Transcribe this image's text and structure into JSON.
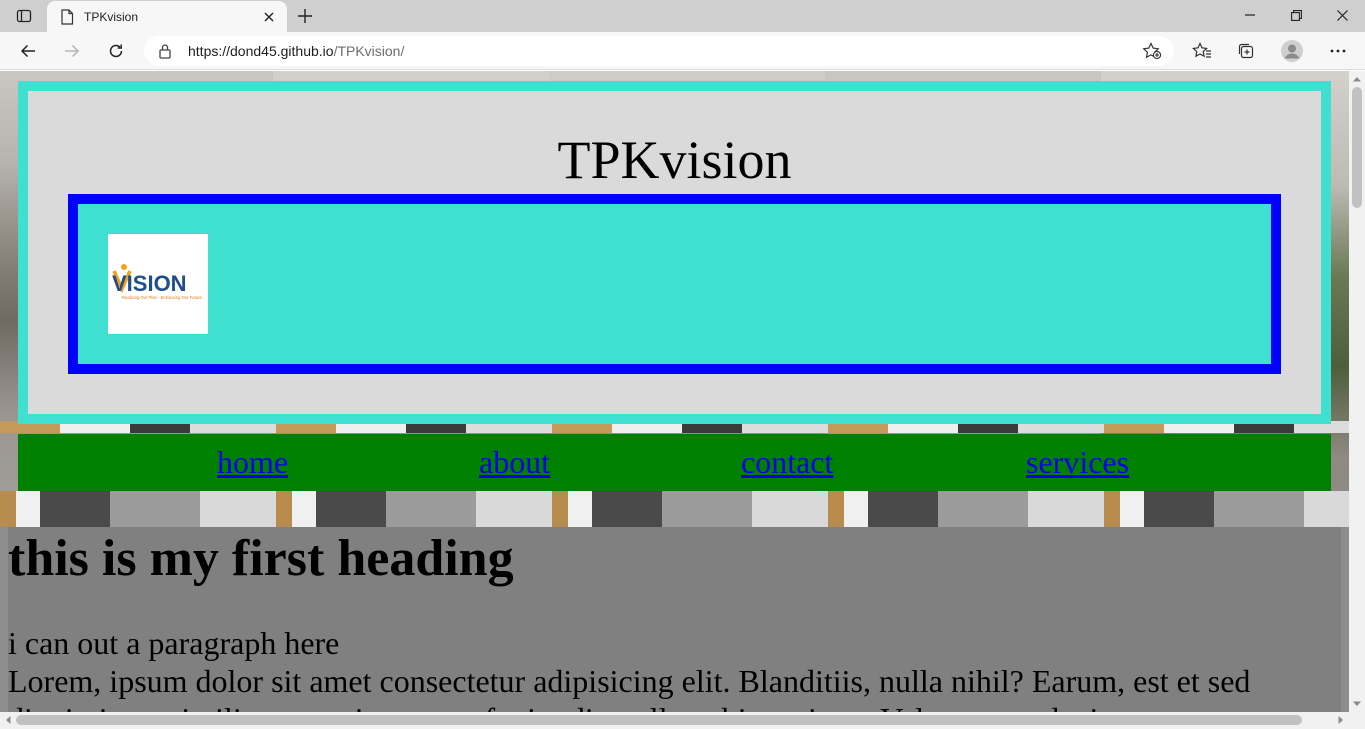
{
  "browser": {
    "tab_title": "TPKvision",
    "url_host": "https://dond45.github.io",
    "url_path": "/TPKvision/",
    "icons": {
      "tab_actions": "tab-actions-icon",
      "page": "page-icon",
      "close_tab": "close-icon",
      "new_tab": "plus-icon",
      "back": "back-arrow-icon",
      "forward": "forward-arrow-icon",
      "refresh": "refresh-icon",
      "lock": "lock-icon",
      "add_favorite": "star-plus-icon",
      "favorites": "favorites-icon",
      "collections": "collections-icon",
      "profile": "profile-icon",
      "more": "more-icon",
      "minimize": "minimize-icon",
      "restore": "restore-icon",
      "close_window": "close-icon"
    }
  },
  "page": {
    "site_title": "TPKvision",
    "logo": {
      "alt": "VISION logo",
      "wordmark": "VISION",
      "tagline": "Realizing Our Plan - Enhancing Our Future"
    },
    "nav": [
      {
        "label": "home"
      },
      {
        "label": "about"
      },
      {
        "label": "contact"
      },
      {
        "label": "services"
      }
    ],
    "heading": "this is my first heading",
    "paragraph1": "i can out a paragraph here",
    "paragraph2": "Lorem, ipsum dolor sit amet consectetur adipisicing elit. Blanditiis, nulla nihil? Earum, est et sed dignissimos similique quasi nostrum fugit odio nulla nobis pariatur. Voluptatem, ducimus."
  },
  "colors": {
    "header_border": "#40e0d0",
    "header_bg": "#dadada",
    "logo_box_border": "#0000ff",
    "logo_box_bg": "#40e0d0",
    "nav_bg": "#008000",
    "link": "#0000ee",
    "content_bg": "#808080"
  }
}
